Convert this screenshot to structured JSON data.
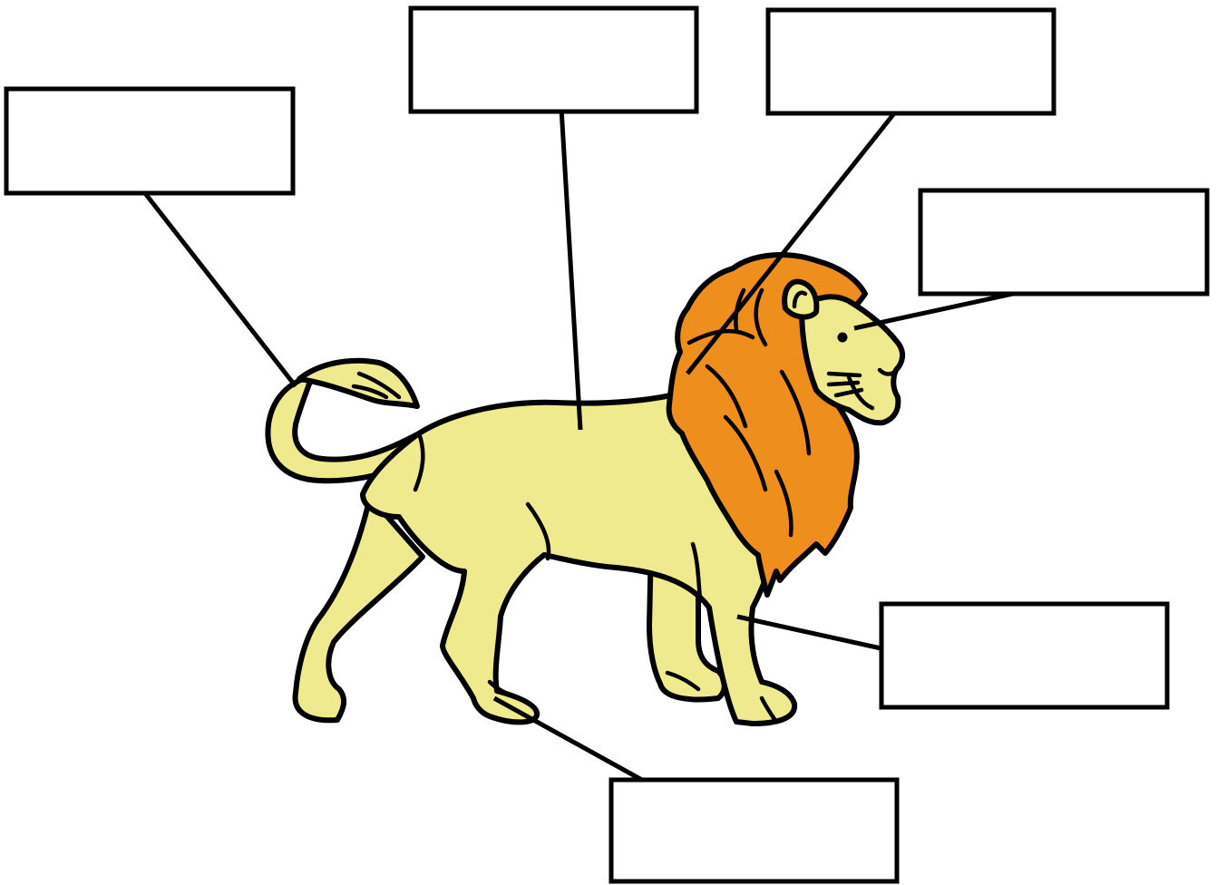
{
  "diagram": {
    "subject_icon": "lion-icon",
    "colors": {
      "body": "#F0EA8E",
      "mane": "#EE8E1C",
      "outline": "#000000",
      "box_border": "#000000",
      "background": "#FFFFFF"
    },
    "labels": [
      {
        "id": "tail",
        "text": ""
      },
      {
        "id": "body",
        "text": ""
      },
      {
        "id": "mane",
        "text": ""
      },
      {
        "id": "eye",
        "text": ""
      },
      {
        "id": "leg",
        "text": ""
      },
      {
        "id": "paw",
        "text": ""
      }
    ]
  }
}
